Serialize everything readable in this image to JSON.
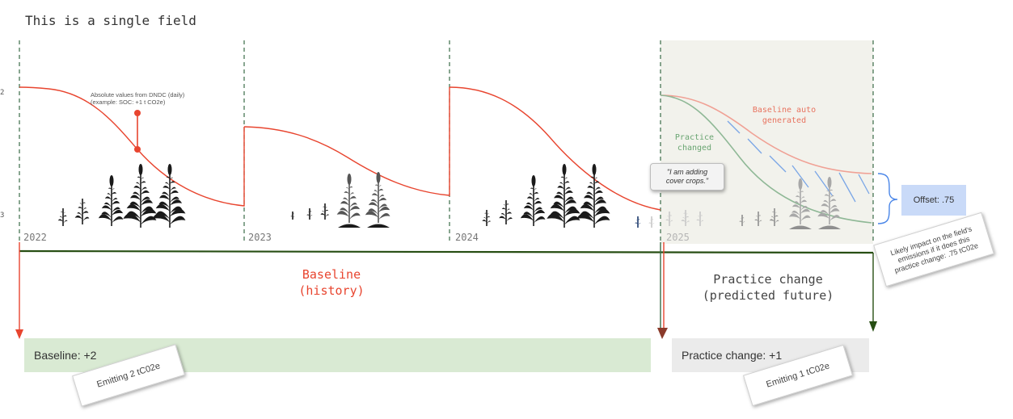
{
  "title": "This is a single field",
  "years": [
    "2022",
    "2023",
    "2024",
    "2025"
  ],
  "axis_ticks": {
    "top": "2",
    "bottom": "3"
  },
  "annotation": {
    "line1": "Absolute values from DNDC (daily)",
    "line2": "(example: SOC: +1 t CO2e)"
  },
  "future_labels": {
    "baseline_auto_line1": "Baseline auto",
    "baseline_auto_line2": "generated",
    "practice_changed_line1": "Practice",
    "practice_changed_line2": "changed"
  },
  "speech_bubble": {
    "line1": "\"I am adding",
    "line2": "cover crops.\""
  },
  "offset_label": "Offset: .75",
  "impact_note": {
    "line1": "Likely impact on the field's",
    "line2": "emissions if it does this",
    "line3": "practice change: .75 tC02e"
  },
  "sections": {
    "baseline_line1": "Baseline",
    "baseline_line2": "(history)",
    "practice_line1": "Practice change",
    "practice_line2": "(predicted future)"
  },
  "bars": {
    "baseline": "Baseline:  +2",
    "practice": "Practice change: +1"
  },
  "notes": {
    "baseline": "Emitting 2 tC02e",
    "practice": "Emitting 1 tC02e"
  },
  "colors": {
    "baseline_red": "#e8452f",
    "baseline_light": "#f0a195",
    "practice_green": "#8fb896",
    "divider_green": "#3a6b47",
    "hatch_blue": "#7aa6e6",
    "future_shade": "#f2f2ec",
    "bar_green": "#d9ead3",
    "bar_gray": "#ebebeb",
    "offset_blue": "#c9daf8"
  },
  "icons": [
    "crop-plant-icon",
    "arrow-down-icon",
    "curly-brace-icon"
  ]
}
